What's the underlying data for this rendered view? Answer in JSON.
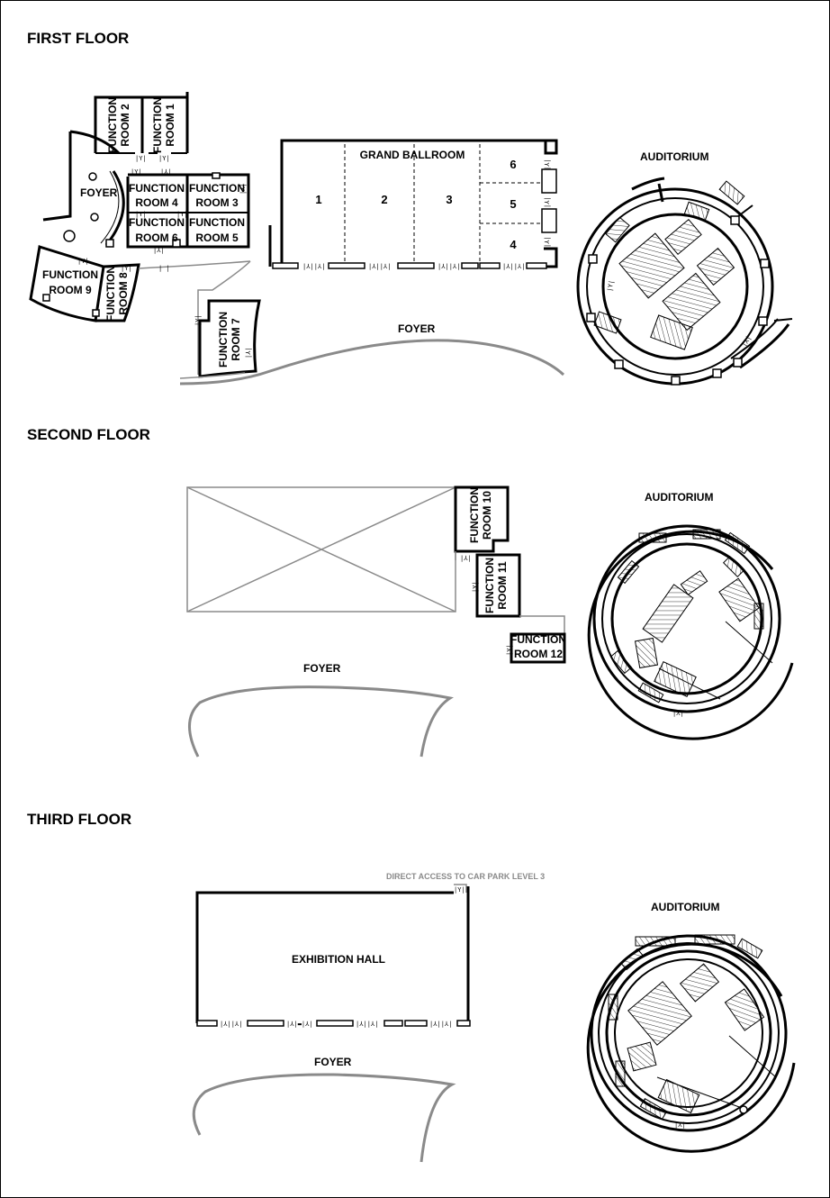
{
  "floors": [
    {
      "heading": "FIRST FLOOR",
      "labels": {
        "function_room_1": [
          "FUNCTION",
          "ROOM 1"
        ],
        "function_room_2": [
          "FUNCTION",
          "ROOM 2"
        ],
        "function_room_3": [
          "FUNCTION",
          "ROOM 3"
        ],
        "function_room_4": [
          "FUNCTION",
          "ROOM 4"
        ],
        "function_room_5": [
          "FUNCTION",
          "ROOM 5"
        ],
        "function_room_6": [
          "FUNCTION",
          "ROOM 6"
        ],
        "function_room_7": [
          "FUNCTION",
          "ROOM 7"
        ],
        "function_room_8": [
          "FUNCTION",
          "ROOM 8"
        ],
        "function_room_9": [
          "FUNCTION",
          "ROOM 9"
        ],
        "foyer_west": "FOYER",
        "grand_ballroom": "GRAND BALLROOM",
        "ballroom_sections": [
          "1",
          "2",
          "3",
          "4",
          "5",
          "6"
        ],
        "foyer": "FOYER",
        "auditorium": "AUDITORIUM"
      }
    },
    {
      "heading": "SECOND FLOOR",
      "labels": {
        "function_room_10": [
          "FUNCTION",
          "ROOM 10"
        ],
        "function_room_11": [
          "FUNCTION",
          "ROOM 11"
        ],
        "function_room_12": [
          "FUNCTION",
          "ROOM 12"
        ],
        "foyer": "FOYER",
        "auditorium": "AUDITORIUM"
      }
    },
    {
      "heading": "THIRD FLOOR",
      "labels": {
        "car_park_note": "DIRECT ACCESS TO CAR PARK LEVEL 3",
        "exhibition_hall": "EXHIBITION HALL",
        "foyer": "FOYER",
        "auditorium": "AUDITORIUM"
      }
    }
  ],
  "colors": {
    "walls": "#000000",
    "void_and_foyer": "#8a8a8a",
    "background": "#ffffff"
  }
}
